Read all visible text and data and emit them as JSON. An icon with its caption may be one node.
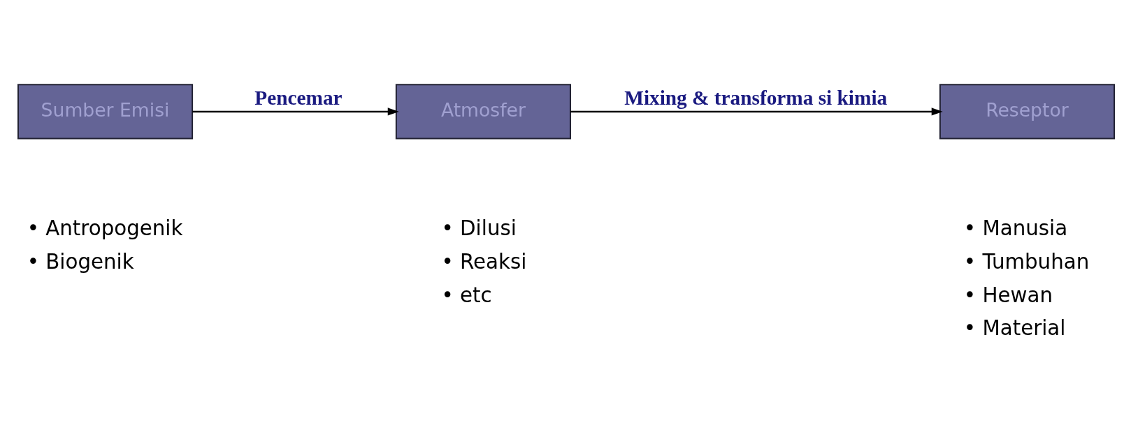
{
  "diagram": {
    "nodes": [
      {
        "text": [
          "Sumber Emisi"
        ],
        "beside": [
          "• Antropogenik",
          "• Biogenik"
        ]
      },
      {
        "text": [
          "Atmosfer"
        ],
        "beside": [
          "• Dilusi",
          "• Reaksi",
          "• etc"
        ]
      },
      {
        "text": [
          "Reseptor"
        ],
        "beside": [
          "• Manusia",
          "• Tumbuhan",
          "• Hewan",
          "• Material"
        ]
      }
    ],
    "edges": [
      {
        "from": 0,
        "to": 1,
        "arrow": "to",
        "label": "Pencemar"
      },
      {
        "from": 1,
        "to": 2,
        "arrow": "to",
        "label": "Mixing & transforma si kimia"
      }
    ]
  }
}
